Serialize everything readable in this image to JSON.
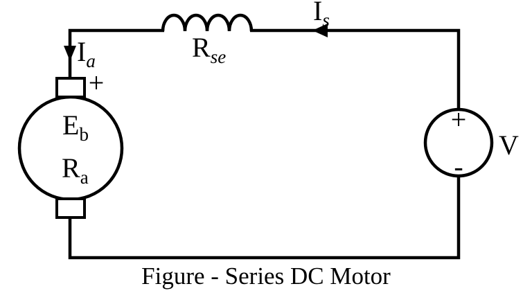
{
  "figure": {
    "caption": "Figure - Series DC Motor",
    "colors": {
      "line": "#000000",
      "background": "#ffffff"
    }
  },
  "labels": {
    "armature_current": {
      "base": "I",
      "sub": "a"
    },
    "supply_current": {
      "base": "I",
      "sub": "s"
    },
    "series_field_resistance": {
      "base": "R",
      "sub": "se"
    },
    "back_emf": {
      "base": "E",
      "sub": "b"
    },
    "armature_resistance": {
      "base": "R",
      "sub": "a"
    },
    "supply_voltage": "V",
    "armature_positive_sign": "+",
    "source_positive_sign": "+",
    "source_negative_sign": "-"
  }
}
